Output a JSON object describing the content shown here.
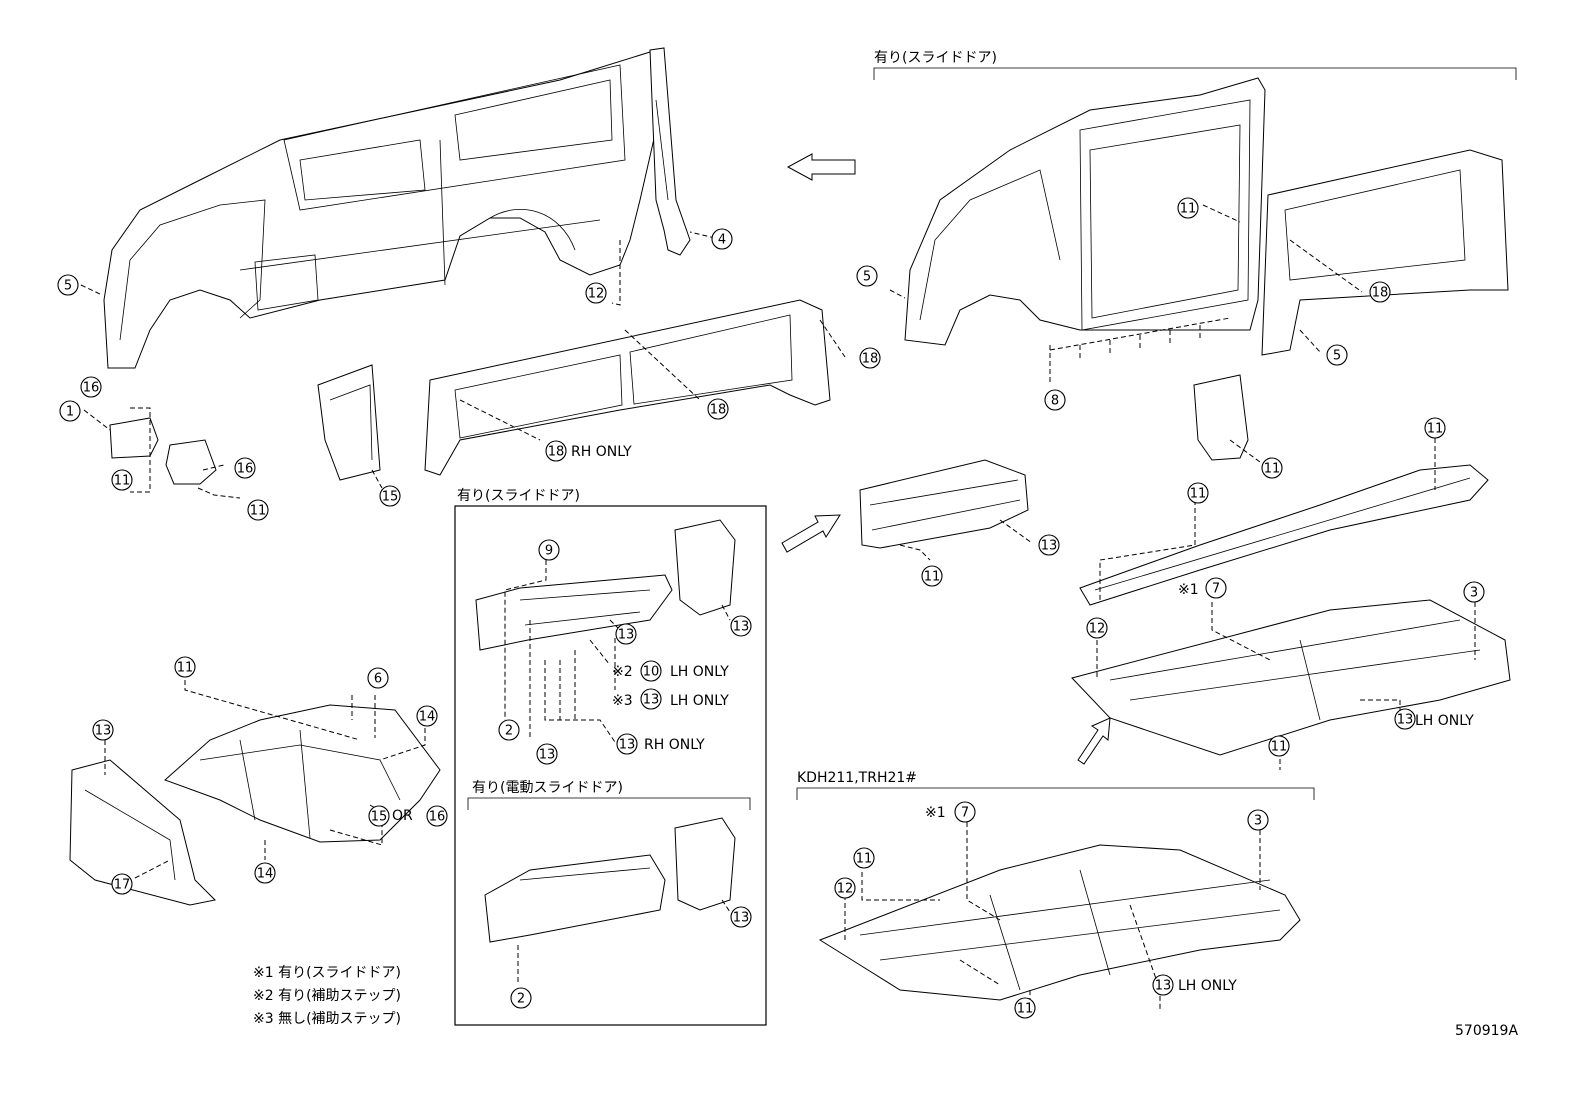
{
  "headers": {
    "top_right": "有り(スライドドア)",
    "box1": "有り(スライドドア)",
    "box2": "有り(電動スライドドア)",
    "bottom_right": "KDH211,TRH21#"
  },
  "callouts": [
    {
      "id": "c1",
      "num": "1"
    },
    {
      "id": "c2",
      "num": "2"
    },
    {
      "id": "c3",
      "num": "3"
    },
    {
      "id": "c4",
      "num": "4"
    },
    {
      "id": "c5",
      "num": "5"
    },
    {
      "id": "c6",
      "num": "6"
    },
    {
      "id": "c7",
      "num": "7"
    },
    {
      "id": "c8",
      "num": "8"
    },
    {
      "id": "c9",
      "num": "9"
    },
    {
      "id": "c10",
      "num": "10"
    },
    {
      "id": "c11",
      "num": "11"
    },
    {
      "id": "c12",
      "num": "12"
    },
    {
      "id": "c13",
      "num": "13"
    },
    {
      "id": "c14",
      "num": "14"
    },
    {
      "id": "c15",
      "num": "15"
    },
    {
      "id": "c16",
      "num": "16"
    },
    {
      "id": "c17",
      "num": "17"
    },
    {
      "id": "c18",
      "num": "18"
    }
  ],
  "qualifiers": {
    "rh_only": "RH ONLY",
    "lh_only": "LH ONLY",
    "or": "OR",
    "mark1": "※1",
    "mark2": "※2",
    "mark3": "※3"
  },
  "notes": [
    "※1 有り(スライドドア)",
    "※2 有り(補助ステップ)",
    "※3 無し(補助ステップ)"
  ],
  "figure_id": "570919A"
}
